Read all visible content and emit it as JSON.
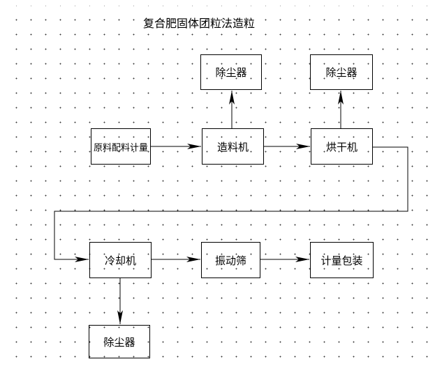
{
  "title": "复合肥固体团粒法造粒",
  "diagram": {
    "nodes": [
      {
        "id": "dust-collector-top-1",
        "label": "除尘器"
      },
      {
        "id": "dust-collector-top-2",
        "label": "除尘器"
      },
      {
        "id": "raw-material-metering",
        "label": "原料配料计量"
      },
      {
        "id": "granulator",
        "label": "造料机"
      },
      {
        "id": "dryer",
        "label": "烘干机"
      },
      {
        "id": "cooler",
        "label": "冷却机"
      },
      {
        "id": "vibrating-screen",
        "label": "振动筛"
      },
      {
        "id": "metering-packaging",
        "label": "计量包装"
      },
      {
        "id": "dust-collector-bottom",
        "label": "除尘器"
      }
    ],
    "edges": [
      {
        "from": "raw-material-metering",
        "to": "granulator"
      },
      {
        "from": "granulator",
        "to": "dust-collector-top-1"
      },
      {
        "from": "granulator",
        "to": "dryer"
      },
      {
        "from": "dryer",
        "to": "dust-collector-top-2"
      },
      {
        "from": "dryer",
        "to": "cooler"
      },
      {
        "from": "cooler",
        "to": "vibrating-screen"
      },
      {
        "from": "cooler",
        "to": "dust-collector-bottom"
      },
      {
        "from": "vibrating-screen",
        "to": "metering-packaging"
      }
    ]
  },
  "colors": {
    "line": "#000000",
    "background": "#ffffff",
    "grid_dot": "#3a3a3a"
  }
}
